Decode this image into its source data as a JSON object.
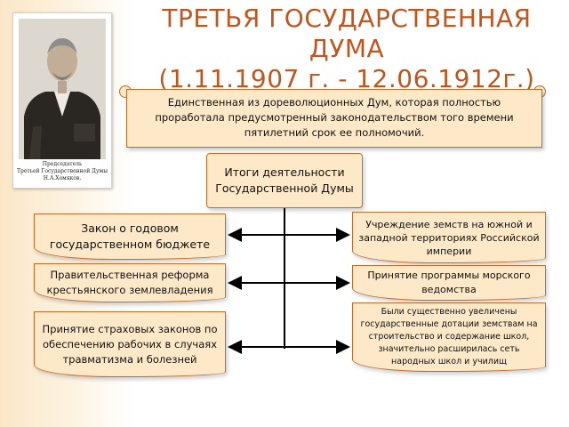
{
  "title": {
    "line1": "ТРЕТЬЯ ГОСУДАРСТВЕННАЯ",
    "line2": "ДУМА",
    "dates": "(1.11.1907 г. - 12.06.1912г.)"
  },
  "photo": {
    "caption_line1": "Председатель",
    "caption_line2": "Третьей Государственной Думы",
    "caption_line3": "Н.А.Хомяков."
  },
  "banner": {
    "text": "Единственная из дореволюционных Дум, которая полностью проработала предусмотренный законодательством того времени пятилетний срок ее полномочий."
  },
  "center": {
    "text": "Итоги деятельности Государственной Думы"
  },
  "left_items": [
    "Закон о годовом государственном бюджете",
    "Правительственная реформа крестьянского землевладения",
    "Принятие страховых законов по обеспечению рабочих в случаях травматизма и болезней"
  ],
  "right_items": [
    "Учреждение земств на южной и западной территориях Российской империи",
    "Принятие программы морского ведомства",
    "Были существенно увеличены государственные дотации земствам на строительство и содержание школ, значительно расширилась сеть народных школ и училищ"
  ],
  "colors": {
    "title": "#c0561d",
    "box_fill": "#fde9c8",
    "box_border": "#c56a2a",
    "connector": "#000000"
  }
}
